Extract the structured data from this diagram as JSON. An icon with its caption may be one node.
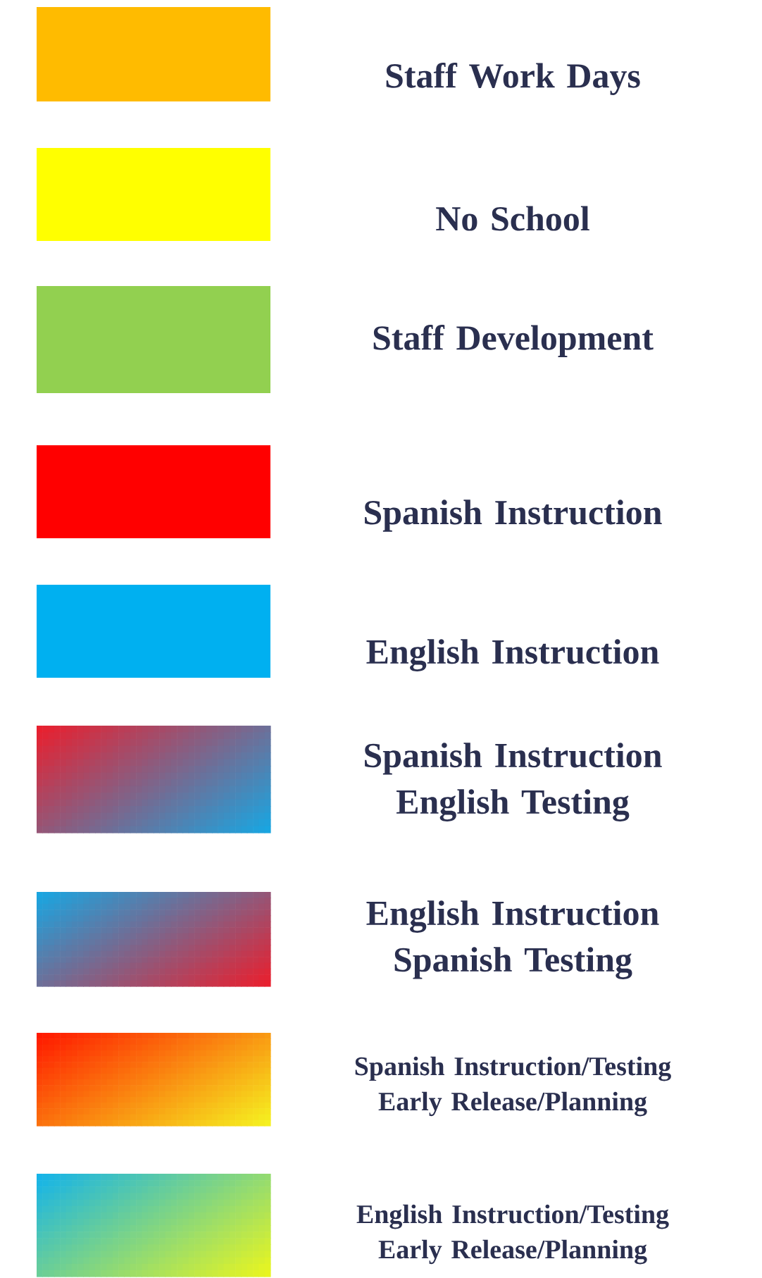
{
  "diagram": {
    "legend": [
      {
        "text": "Staff Work Days",
        "color": "#ffbb00"
      },
      {
        "text": "No School",
        "color": "#ffff00"
      },
      {
        "text": "Staff Development",
        "color": "#92d050"
      },
      {
        "text": "Spanish Instruction",
        "color": "#ff0000"
      },
      {
        "text": "English Instruction",
        "color": "#00b0f0"
      },
      {
        "text": "Spanish Instruction English Testing"
      },
      {
        "text": "English Instruction Spanish Testing"
      },
      {
        "text": "Spanish Instruction/Testing Early Release/Planning"
      },
      {
        "text": "English Instruction/Testing Early Release/Planning"
      }
    ]
  }
}
